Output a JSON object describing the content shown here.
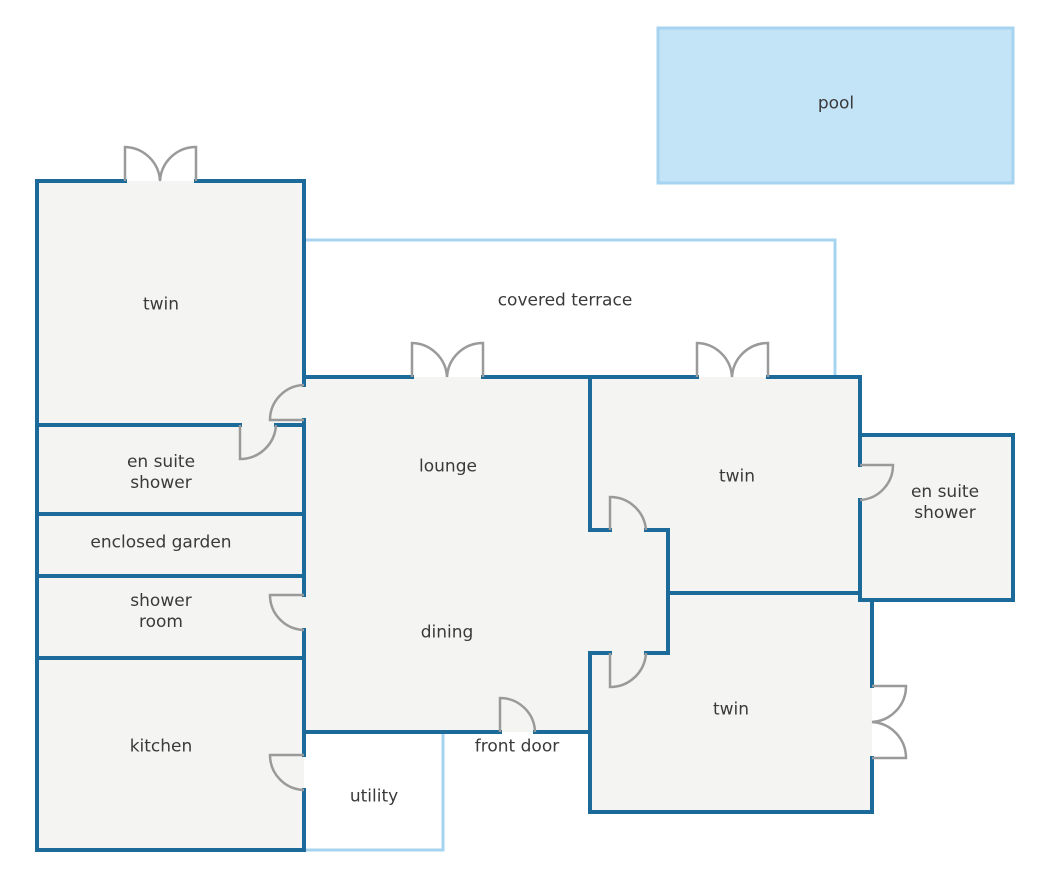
{
  "colors": {
    "wall": "#1b6a9a",
    "outdoor_wall": "#a6d3ef",
    "floor": "#f4f4f3",
    "pool_fill": "#c3e3f7",
    "door": "#9a9a9a"
  },
  "rooms": {
    "pool": "pool",
    "twin_left": "twin",
    "covered_terrace": "covered terrace",
    "en_suite_left": "en suite\nshower",
    "lounge": "lounge",
    "twin_right": "twin",
    "en_suite_right": "en suite\nshower",
    "enclosed_garden": "enclosed garden",
    "shower_room": "shower\nroom",
    "dining": "dining",
    "twin_bottom": "twin",
    "kitchen": "kitchen",
    "front_door": "front door",
    "utility": "utility"
  }
}
